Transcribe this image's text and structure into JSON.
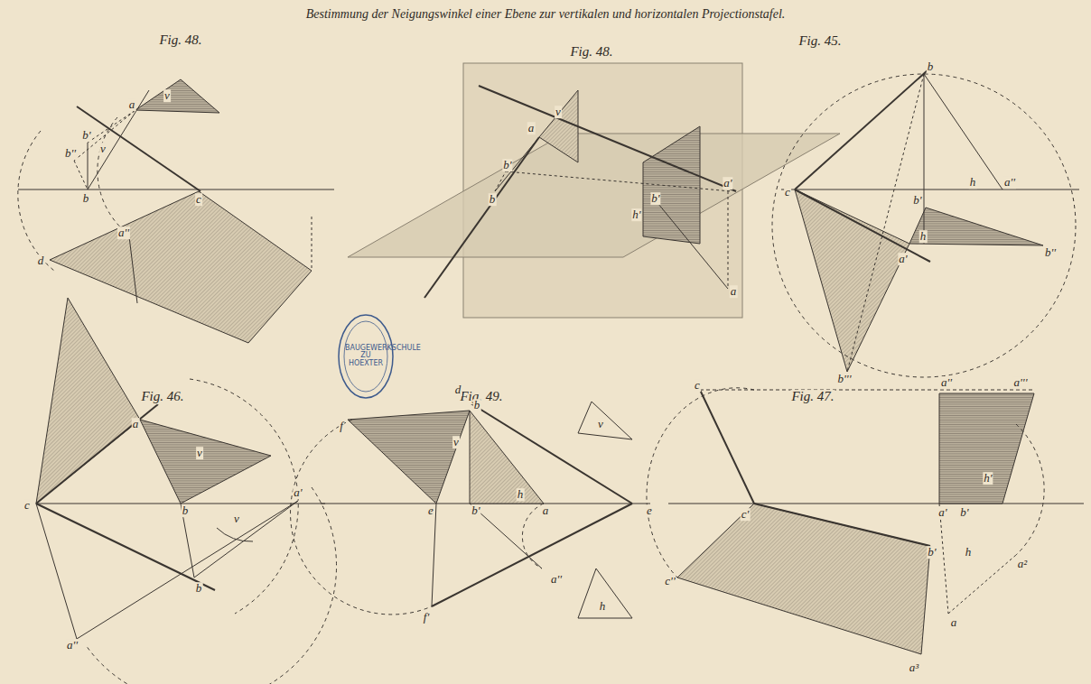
{
  "diagram": {
    "title": "Bestimmung der Neigungswinkel einer Ebene zur vertikalen und horizontalen Projectionstafel.",
    "labels": [
      "Fig. 48.",
      "a",
      "v",
      "b'",
      "b''",
      "v",
      "b",
      "c",
      "a''",
      "d",
      "Fig. 48.",
      "a",
      "v",
      "b'",
      "b",
      "h'",
      "b'",
      "a'",
      "a",
      "Fig. 45.",
      "b",
      "c",
      "b'",
      "h",
      "a''",
      "h",
      "b''",
      "a'",
      "b'''",
      "Fig. 46.",
      "a",
      "v",
      "c",
      "b",
      "a'",
      "v",
      "b",
      "a''",
      "Fig. 49.",
      "d",
      "b",
      "f",
      "v",
      "b'",
      "h",
      "a",
      "e",
      "e",
      "a''",
      "f'",
      "v",
      "h",
      "Fig. 47.",
      "c",
      "a''",
      "a'''",
      "c'",
      "a'",
      "b'",
      "h'",
      "b'",
      "h",
      "a²",
      "c''",
      "a",
      "a³",
      "BAUGEWERKSCHULE ZU HOEXTER"
    ]
  }
}
